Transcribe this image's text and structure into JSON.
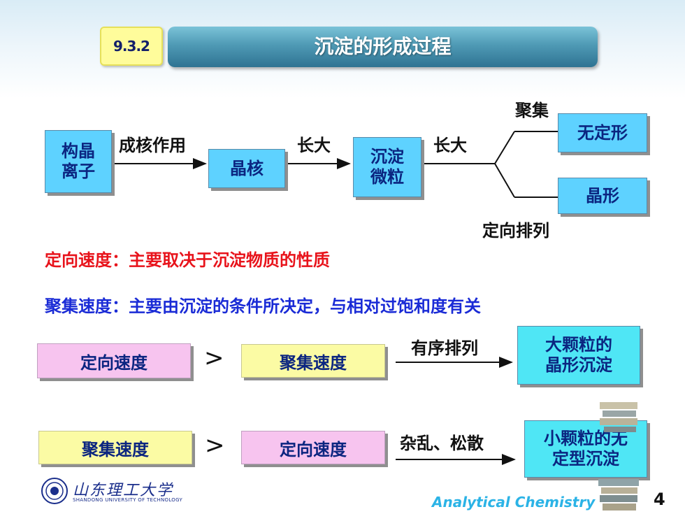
{
  "header": {
    "section_number": "9.3.2",
    "title": "沉淀的形成过程"
  },
  "flow": {
    "start_box": "构晶\n离子",
    "edge1": "成核作用",
    "box2": "晶核",
    "edge2": "长大",
    "box3": "沉淀\n微粒",
    "edge3": "长大",
    "branch_top_label": "聚集",
    "branch_bottom_label": "定向排列",
    "top_result": "无定形",
    "bottom_result": "晶形"
  },
  "notes": {
    "directional": "定向速度：主要取决于沉淀物质的性质",
    "aggregation": "聚集速度：主要由沉淀的条件所决定，与相对过饱和度有关"
  },
  "compare1": {
    "left": "定向速度",
    "op": ">",
    "right": "聚集速度",
    "arrow_label": "有序排列",
    "result": "大颗粒的\n晶形沉淀"
  },
  "compare2": {
    "left": "聚集速度",
    "op": ">",
    "right": "定向速度",
    "arrow_label": "杂乱、松散",
    "result": "小颗粒的无\n定型沉淀"
  },
  "footer": {
    "university_cn": "山东理工大学",
    "university_en": "SHANDONG UNIVERSITY OF TECHNOLOGY",
    "course": "Analytical Chemistry",
    "page": "4"
  },
  "colors": {
    "title_bar": "#4f9ab5",
    "blue_box": "#5ed2ff",
    "pink_box": "#f7c4ef",
    "yellow_box": "#fbfba4",
    "red_text": "#e8131b",
    "blue_text": "#1a2bd6"
  }
}
